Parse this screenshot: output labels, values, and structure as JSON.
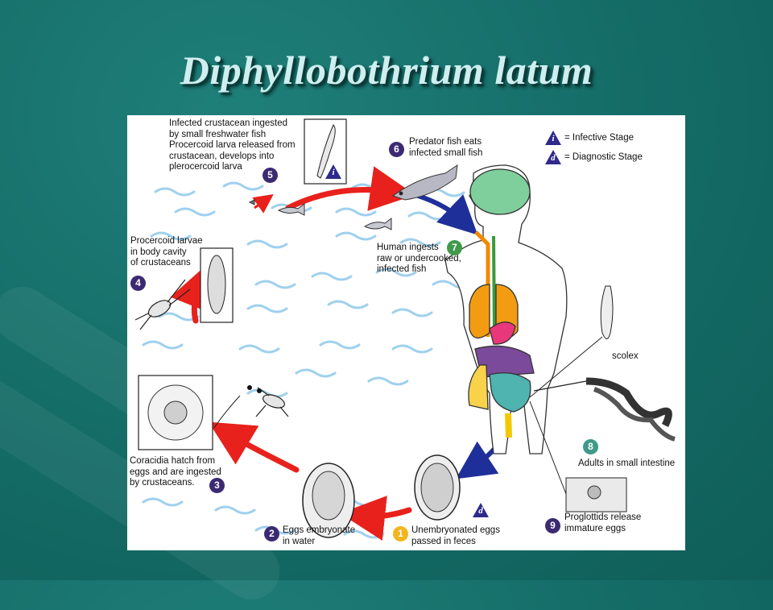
{
  "title": "Diphyllobothrium latum",
  "legend": {
    "infective_symbol": "i",
    "infective_label": "= Infective Stage",
    "diagnostic_symbol": "d",
    "diagnostic_label": "= Diagnostic Stage"
  },
  "stages": [
    {
      "number": "1",
      "lines": [
        "Unembryonated eggs",
        "passed in feces"
      ],
      "color": "#f3b51e"
    },
    {
      "number": "2",
      "lines": [
        "Eggs embryonate",
        "in water"
      ],
      "color": "#3b2a72"
    },
    {
      "number": "3",
      "lines": [
        "Coracidia hatch from",
        "eggs and are ingested",
        "by crustaceans."
      ],
      "color": "#3b2a72"
    },
    {
      "number": "4",
      "lines": [
        "Procercoid larvae",
        "in body cavity",
        "of crustaceans"
      ],
      "color": "#3b2a72"
    },
    {
      "number": "5",
      "lines": [
        "Infected crustacean ingested",
        "by small freshwater fish",
        "Procercoid larva released from",
        "crustacean, develops into",
        "plerocercoid larva"
      ],
      "color": "#3b2a72"
    },
    {
      "number": "6",
      "lines": [
        "Predator fish eats",
        "infected small fish"
      ],
      "color": "#3b2a72"
    },
    {
      "number": "7",
      "lines": [
        "Human ingests",
        "raw or undercooked,",
        "infected fish"
      ],
      "color": "#3f9a4a"
    },
    {
      "number": "8",
      "lines": [
        "Adults in small intestine"
      ],
      "color": "#3f9a8a"
    },
    {
      "number": "9",
      "lines": [
        "Proglottids release",
        "immature eggs"
      ],
      "color": "#3b2a72"
    }
  ],
  "labels": {
    "scolex": "scolex"
  },
  "colors": {
    "infective_badge": "#2f2a8a",
    "red_arrow": "#e8211c",
    "blue_arrow": "#1f2f9a",
    "water_wave": "#9fd0ee"
  }
}
